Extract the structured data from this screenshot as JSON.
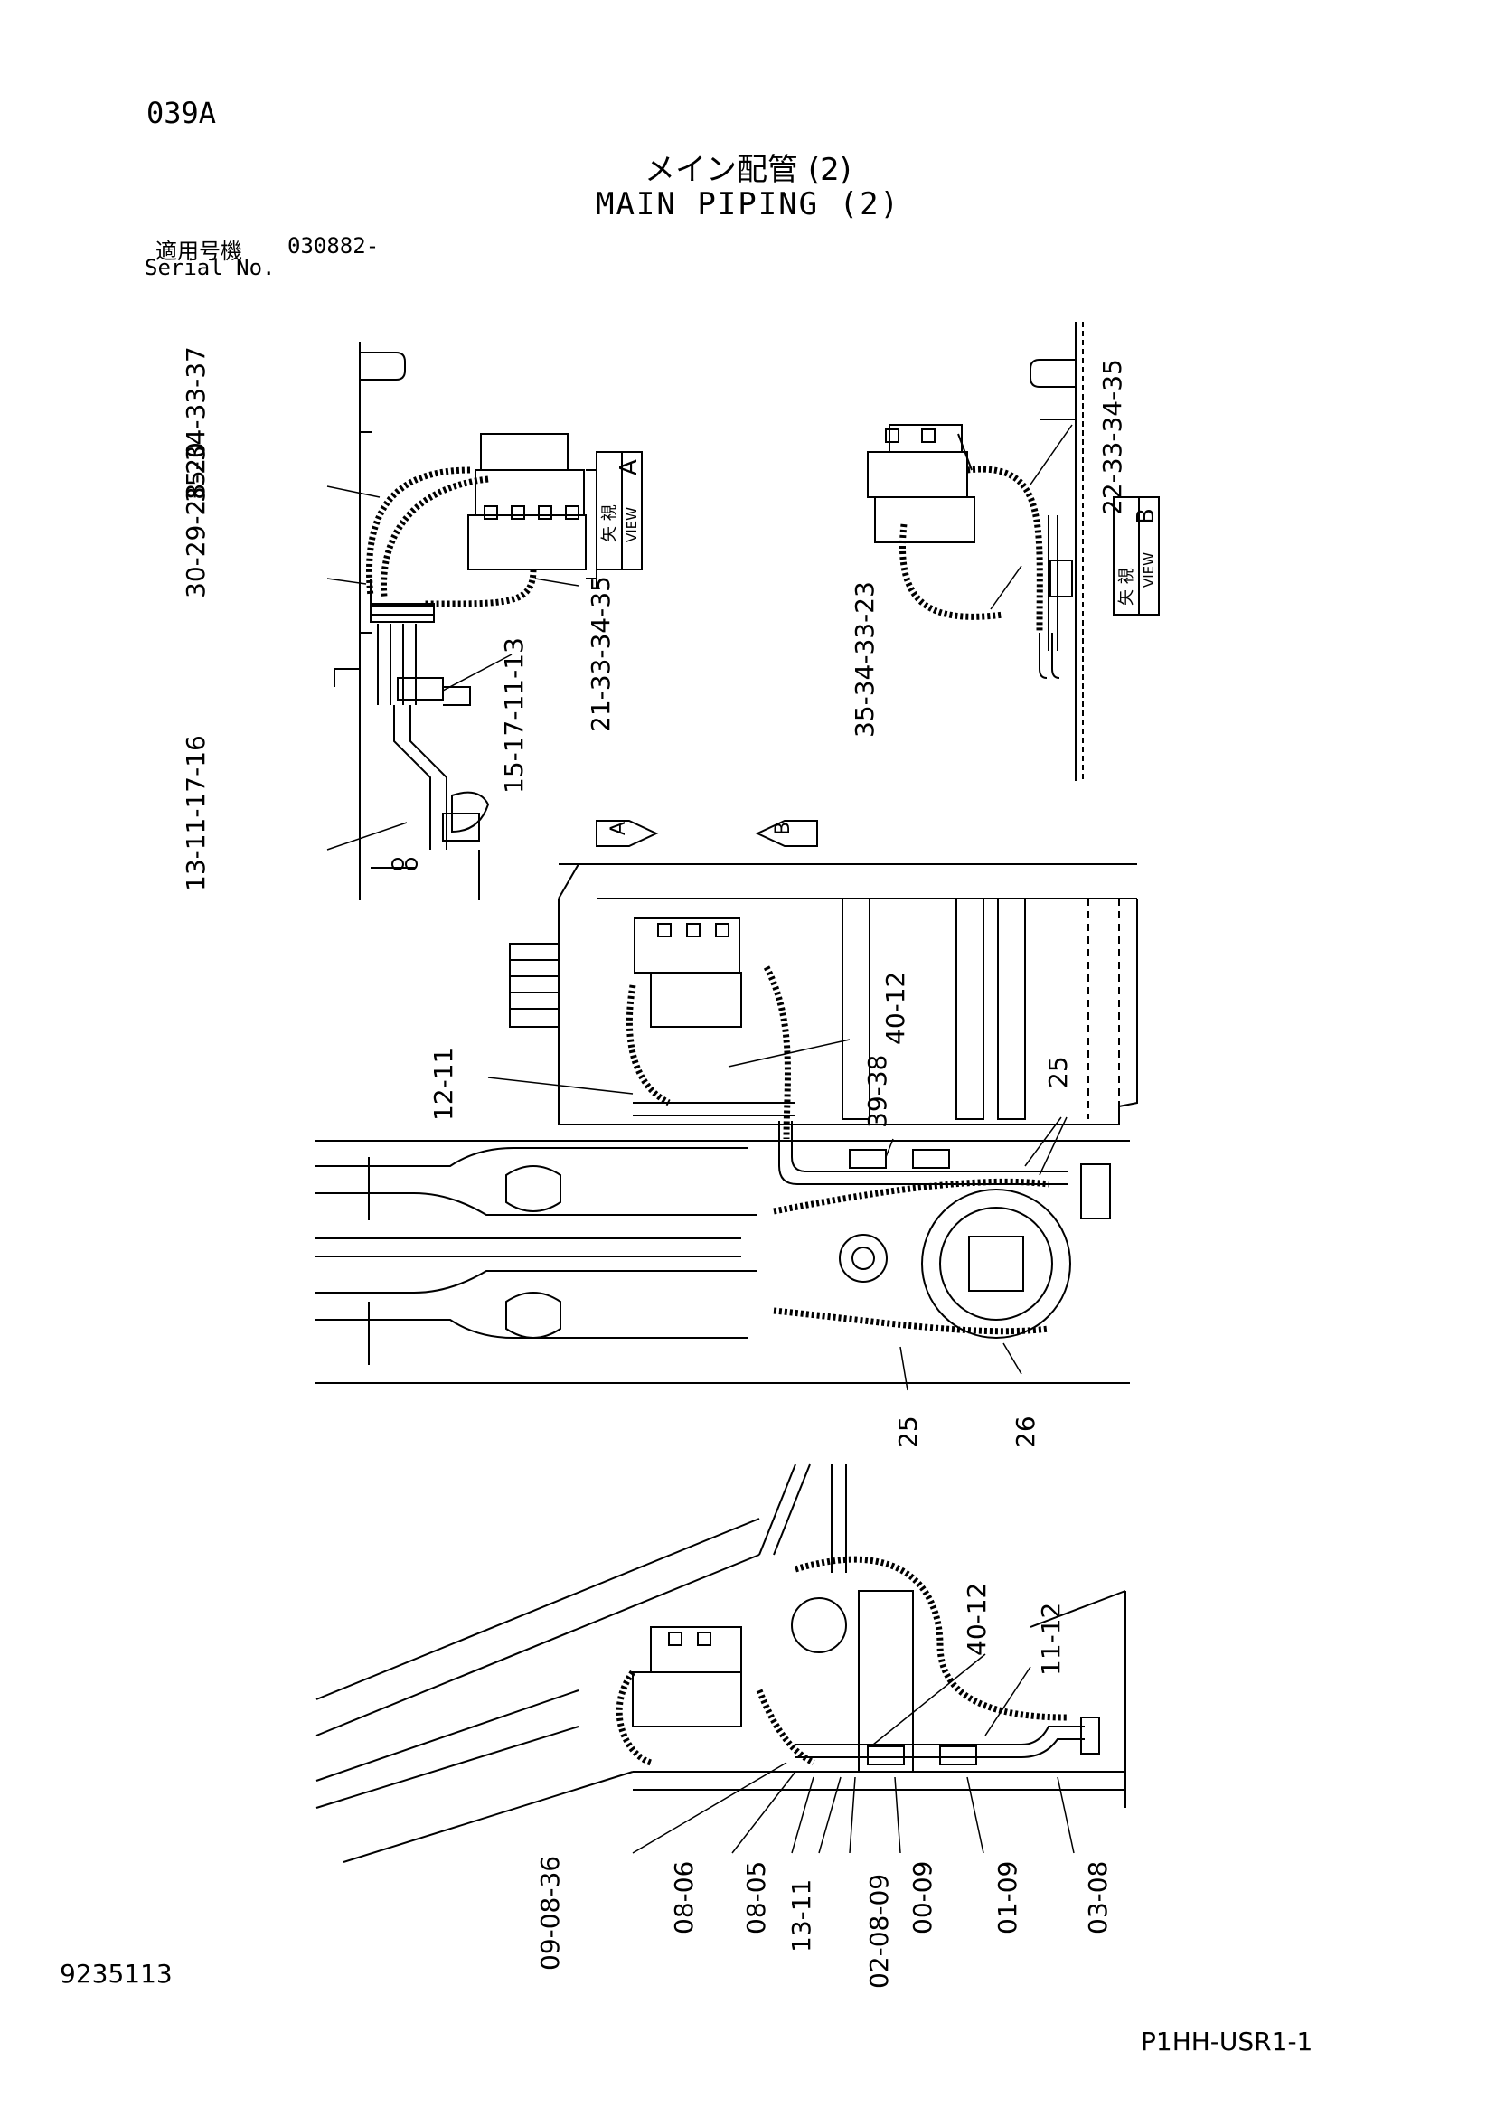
{
  "header": {
    "page_code": "039A",
    "title_jp": "メイン配管 (2)",
    "title_en": "MAIN PIPING (2)",
    "serial_label_jp": "適用号機",
    "serial_number": "030882-",
    "serial_label_en": "Serial No."
  },
  "views": {
    "view_a": {
      "jp": "矢 視",
      "en": "VIEW",
      "letter": "A"
    },
    "view_b": {
      "jp": "矢 視",
      "en": "VIEW",
      "letter": "B"
    },
    "arrow_a": "A",
    "arrow_b": "B"
  },
  "callouts": {
    "a1": "35-34-33-37",
    "a2": "30-29-28-20",
    "a3": "21-33-34-35",
    "a4": "15-17-11-13",
    "a5": "13-11-17-16",
    "b1": "22-33-34-35",
    "b2": "35-34-33-23",
    "m1": "40-12",
    "m2": "12-11",
    "m3": "39-38",
    "m4": "25",
    "m5": "25",
    "m6": "26",
    "l1": "40-12",
    "l2": "11-12",
    "l3": "09-08-36",
    "l4": "08-06",
    "l5": "08-05",
    "l6": "13-11",
    "l7": "02-08-09",
    "l8": "00-09",
    "l9": "01-09",
    "l10": "03-08"
  },
  "footer": {
    "doc_number": "9235113",
    "sheet_code": "P1HH-USR1-1"
  }
}
